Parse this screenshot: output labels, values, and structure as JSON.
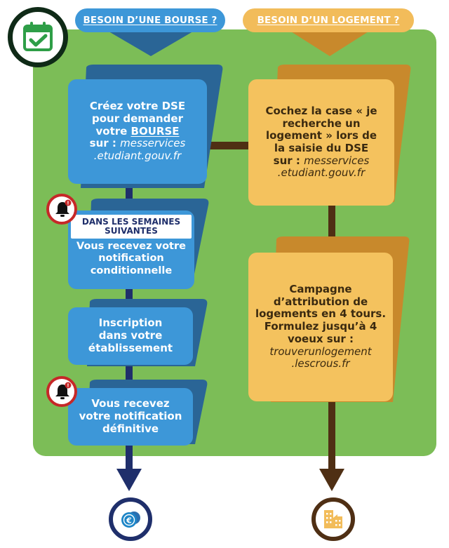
{
  "header": {
    "left_title": "BESOIN D’UNE BOURSE ?",
    "right_title": "BESOIN D’UN LOGEMENT ?"
  },
  "icons": {
    "top_badge": "calendar-check-icon",
    "alert": "bell-notification-icon",
    "end_left": "euro-coins-icon",
    "end_right": "buildings-icon"
  },
  "bourse_steps": [
    {
      "lines": [
        "Créez votre DSE",
        "pour demander",
        "votre "
      ],
      "emphasis": "BOURSE",
      "sur_label": "sur : ",
      "url_part1": "messervices",
      "url_part2": ".etudiant.gouv.fr"
    },
    {
      "tag": "DANS LES SEMAINES SUIVANTES",
      "lines": [
        "Vous recevez votre",
        "notification",
        "conditionnelle"
      ]
    },
    {
      "lines": [
        "Inscription",
        "dans votre",
        "établissement"
      ]
    },
    {
      "lines": [
        "Vous recevez",
        "votre notification",
        "définitive"
      ]
    }
  ],
  "logement_steps": [
    {
      "lines": [
        "Cochez la case « je",
        "recherche un",
        "logement » lors de",
        "la saisie du DSE"
      ],
      "sur_label": "sur : ",
      "url_part1": "messervices",
      "url_part2": ".etudiant.gouv.fr"
    },
    {
      "lines": [
        "Campagne",
        "d’attribution de",
        "logements en 4 tours.",
        "Formulez jusqu’à 4",
        "voeux "
      ],
      "sur_label": "sur :",
      "url_part1": "trouverunlogement",
      "url_part2": ".lescrous.fr"
    }
  ],
  "colors": {
    "panel_green": "#7cbd57",
    "bourse_blue": "#3d97d8",
    "bourse_dark_blue": "#2a6596",
    "bourse_navy": "#1f2f6b",
    "logement_yellow": "#f4c25e",
    "logement_ochre": "#c8892c",
    "logement_brown": "#4f2f14",
    "alert_red": "#c62828"
  }
}
